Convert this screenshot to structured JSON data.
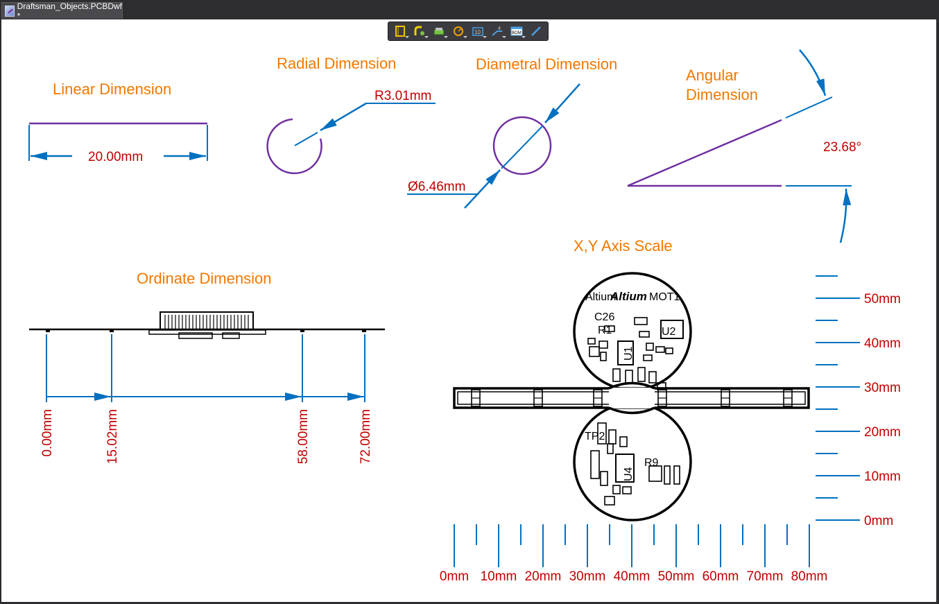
{
  "tab": {
    "title": "Draftsman_Objects.PCBDwf *"
  },
  "toolbar": {
    "buttons": [
      {
        "name": "board-region-icon"
      },
      {
        "name": "board-detail-icon"
      },
      {
        "name": "board-realistic-icon"
      },
      {
        "name": "drill-table-icon"
      },
      {
        "name": "layer-stack-icon"
      },
      {
        "name": "dimension-icon"
      },
      {
        "name": "bom-icon"
      },
      {
        "name": "line-icon"
      }
    ]
  },
  "titles": {
    "linear": "Linear Dimension",
    "radial": "Radial Dimension",
    "diametral": "Diametral Dimension",
    "angular_1": "Angular",
    "angular_2": "Dimension",
    "ordinate": "Ordinate Dimension",
    "axis_scale": "X,Y Axis Scale"
  },
  "dimensions": {
    "linear": "20.00mm",
    "radial": "R3.01mm",
    "diametral": "Ø6.46mm",
    "angular": "23.68°",
    "ordinate": [
      "0.00mm",
      "15.02mm",
      "58.00mm",
      "72.00mm"
    ]
  },
  "scale": {
    "y_labels": [
      "50mm",
      "40mm",
      "30mm",
      "20mm",
      "10mm",
      "0mm"
    ],
    "x_labels": [
      "0mm",
      "10mm",
      "20mm",
      "30mm",
      "40mm",
      "50mm",
      "60mm",
      "70mm",
      "80mm"
    ]
  },
  "pcb": {
    "labels": [
      "Altium",
      "MOT1",
      "C26",
      "R1",
      "U2",
      "U1",
      "U4",
      "R9",
      "TP2"
    ]
  },
  "colors": {
    "dimension": "#0070c0",
    "outline": "#7030a0",
    "title": "#f07800",
    "value": "#c00000"
  }
}
